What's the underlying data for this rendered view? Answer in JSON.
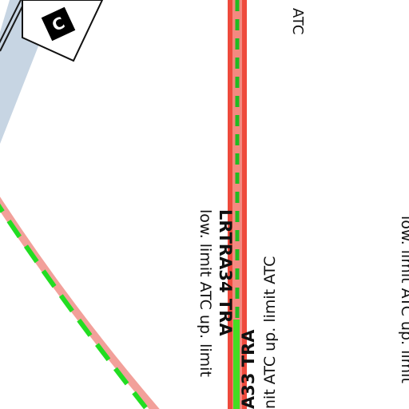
{
  "airspaces": [
    {
      "name": "LRTRA34 TRA",
      "limits": "low. limit ATC up. limit"
    },
    {
      "name": "A33 TRA",
      "limits": "nit ATC up. limit ATC"
    }
  ],
  "top_fragment": "ATC",
  "right_fragment": "low. limit ATC up. limit",
  "marker": {
    "letter": "C"
  },
  "colors": {
    "background": "#ffffff",
    "red_boundary": "#ee4a3c",
    "green_dashed": "#22dd22",
    "pink_boundary": "#f2a09a",
    "blue_band": "#c7d5e3",
    "marker_fill": "#000000"
  }
}
